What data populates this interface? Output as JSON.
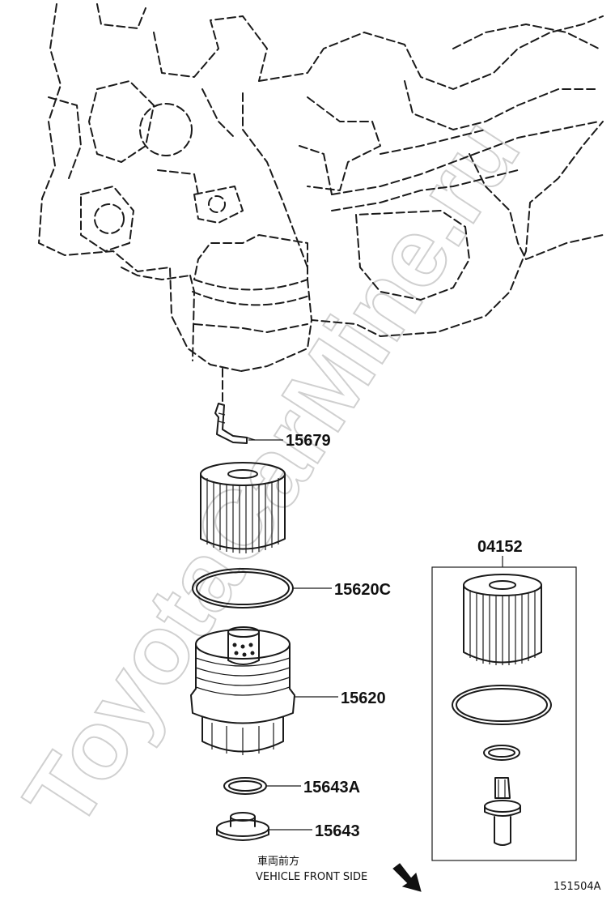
{
  "watermark": "ToyotaCarMine.ru",
  "parts": {
    "p15679": "15679",
    "p15620C": "15620C",
    "p15620": "15620",
    "p15643A": "15643A",
    "p15643": "15643",
    "p04152": "04152"
  },
  "orientation": {
    "japanese": "車両前方",
    "english": "VEHICLE FRONT SIDE"
  },
  "figure_id": "151504A"
}
